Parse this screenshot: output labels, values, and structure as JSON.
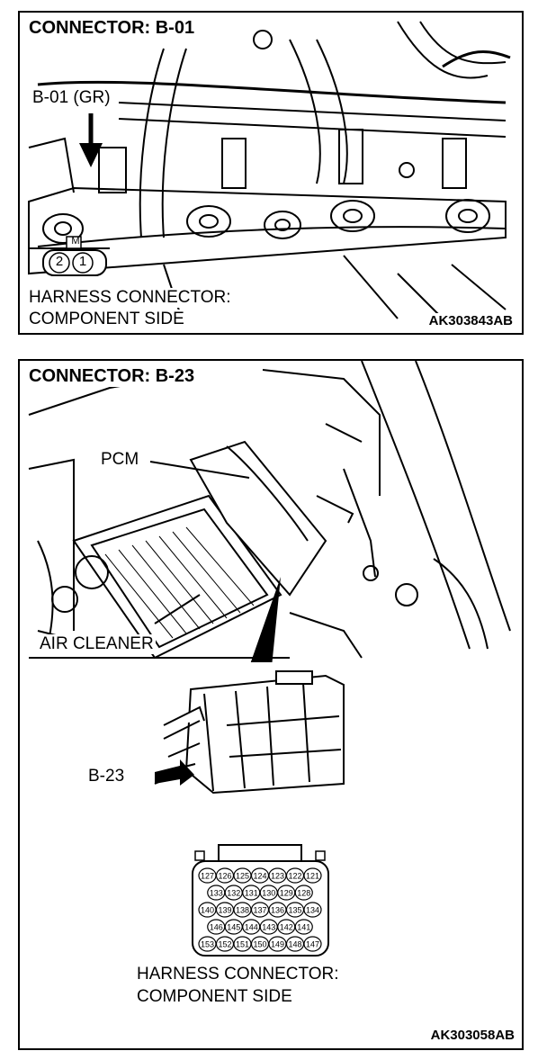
{
  "panel1": {
    "title": "CONNECTOR: B-01",
    "callout": "B-01 (GR)",
    "connector_tag": "M",
    "pins": [
      "2",
      "1"
    ],
    "caption_line1": "HARNESS CONNECTOR:",
    "caption_line2": "COMPONENT SIDE",
    "code": "AK303843AB"
  },
  "panel2": {
    "title": "CONNECTOR: B-23",
    "pcm_label": "PCM",
    "air_cleaner_label": "AIR CLEANER",
    "callout": "B-23",
    "pin_rows": [
      [
        "127",
        "126",
        "125",
        "124",
        "123",
        "122",
        "121"
      ],
      [
        "133",
        "132",
        "131",
        "130",
        "129",
        "128"
      ],
      [
        "140",
        "139",
        "138",
        "137",
        "136",
        "135",
        "134"
      ],
      [
        "146",
        "145",
        "144",
        "143",
        "142",
        "141"
      ],
      [
        "153",
        "152",
        "151",
        "150",
        "149",
        "148",
        "147"
      ]
    ],
    "caption_line1": "HARNESS CONNECTOR:",
    "caption_line2": "COMPONENT SIDE",
    "code": "AK303058AB"
  }
}
